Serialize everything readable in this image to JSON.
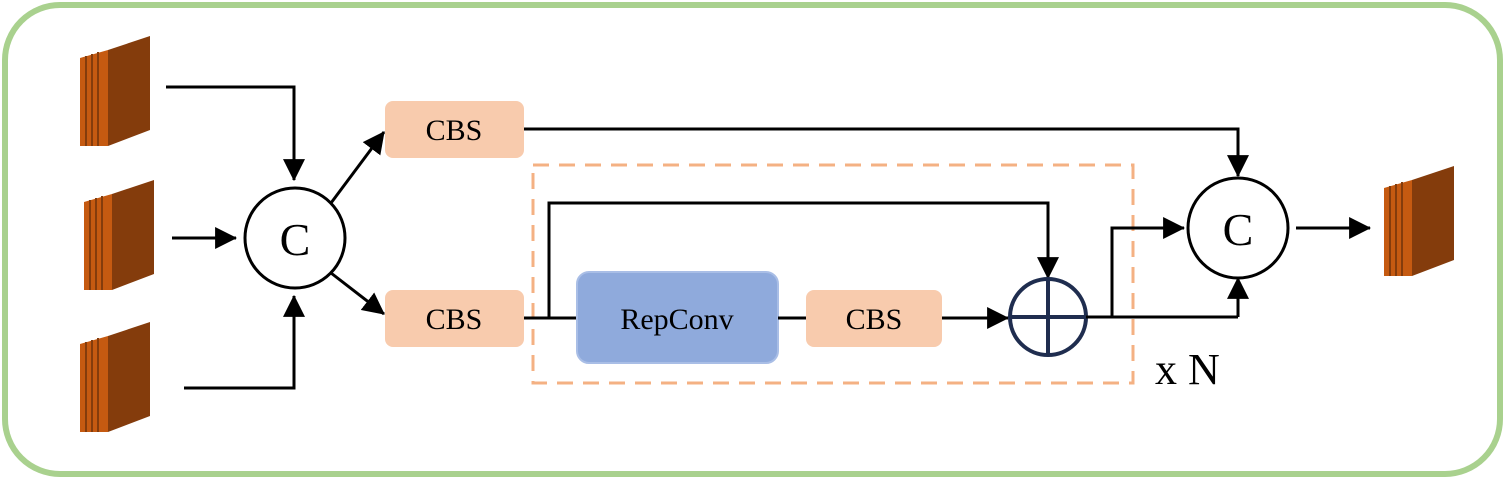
{
  "diagram": {
    "concat_symbol_left": "C",
    "concat_symbol_right": "C",
    "cbs_top_label": "CBS",
    "cbs_bottom_label": "CBS",
    "repconv_label": "RepConv",
    "cbs_inner_label": "CBS",
    "repeat_label": "x N"
  },
  "colors": {
    "frame_border": "#a9d18e",
    "cbs_fill": "#f8cbad",
    "repconv_fill": "#8faadc",
    "repeat_box_dash": "#f4b183",
    "feature_map_front": "#c55a11",
    "feature_map_side": "#843c0c",
    "line": "#000000",
    "add_circle": "#1f2d4f"
  }
}
